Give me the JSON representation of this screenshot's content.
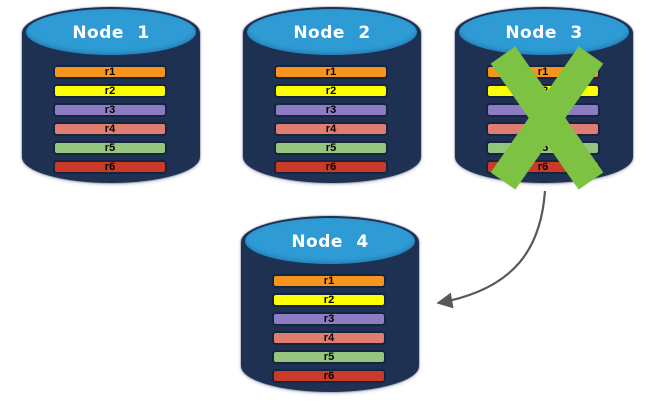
{
  "diagram": {
    "description_colors": {
      "cylinder_body": "#1F3152",
      "cylinder_top": "#2E9BD5",
      "node_label_text": "#FFFFFF",
      "replica_label_text": "#000000",
      "failure_x": "#7DC242",
      "arrow": "#595959",
      "background": "#FFFFFF"
    },
    "nodes": [
      {
        "label": "Node 1",
        "status": "ok"
      },
      {
        "label": "Node 2",
        "status": "ok"
      },
      {
        "label": "Node 3",
        "status": "failed"
      },
      {
        "label": "Node 4",
        "status": "ok"
      }
    ],
    "replicas": [
      {
        "label": "r1",
        "color": "#F7941D"
      },
      {
        "label": "r2",
        "color": "#FBFF00"
      },
      {
        "label": "r3",
        "color": "#8D7CC2"
      },
      {
        "label": "r4",
        "color": "#DF7E6E"
      },
      {
        "label": "r5",
        "color": "#95C47E"
      },
      {
        "label": "r6",
        "color": "#CB3927"
      }
    ]
  }
}
